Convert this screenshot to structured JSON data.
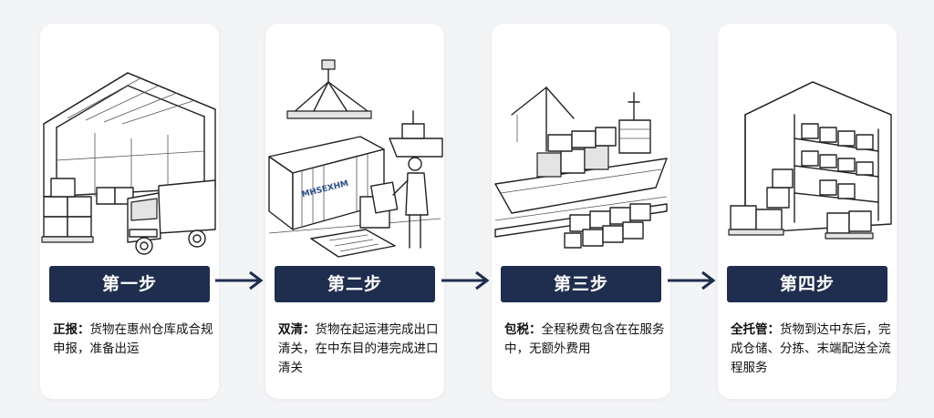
{
  "steps": [
    {
      "step_label": "第一步",
      "desc_bold": "正报：",
      "desc_text": "货物在惠州仓库成合规申报，准备出运",
      "illustration_icon": "warehouse-truck-icon"
    },
    {
      "step_label": "第二步",
      "desc_bold": "双清：",
      "desc_text": "货物在起运港完成出口清关，在中东目的港完成进口清关",
      "illustration_icon": "container-customs-icon",
      "container_text": "MHSEXHM"
    },
    {
      "step_label": "第三步",
      "desc_bold": "包税：",
      "desc_text": "全程税费包含在在服务中，无额外费用",
      "illustration_icon": "cargo-ship-icon"
    },
    {
      "step_label": "第四步",
      "desc_bold": "全托管：",
      "desc_text": "货物到达中东后，完成仓储、分拣、末端配送全流程服务",
      "illustration_icon": "storage-shelves-icon"
    }
  ],
  "colors": {
    "label_bg": "#1f2d4e",
    "arrow": "#1f2d4e",
    "card_bg": "#ffffff",
    "page_bg": "#f3f4f6"
  }
}
